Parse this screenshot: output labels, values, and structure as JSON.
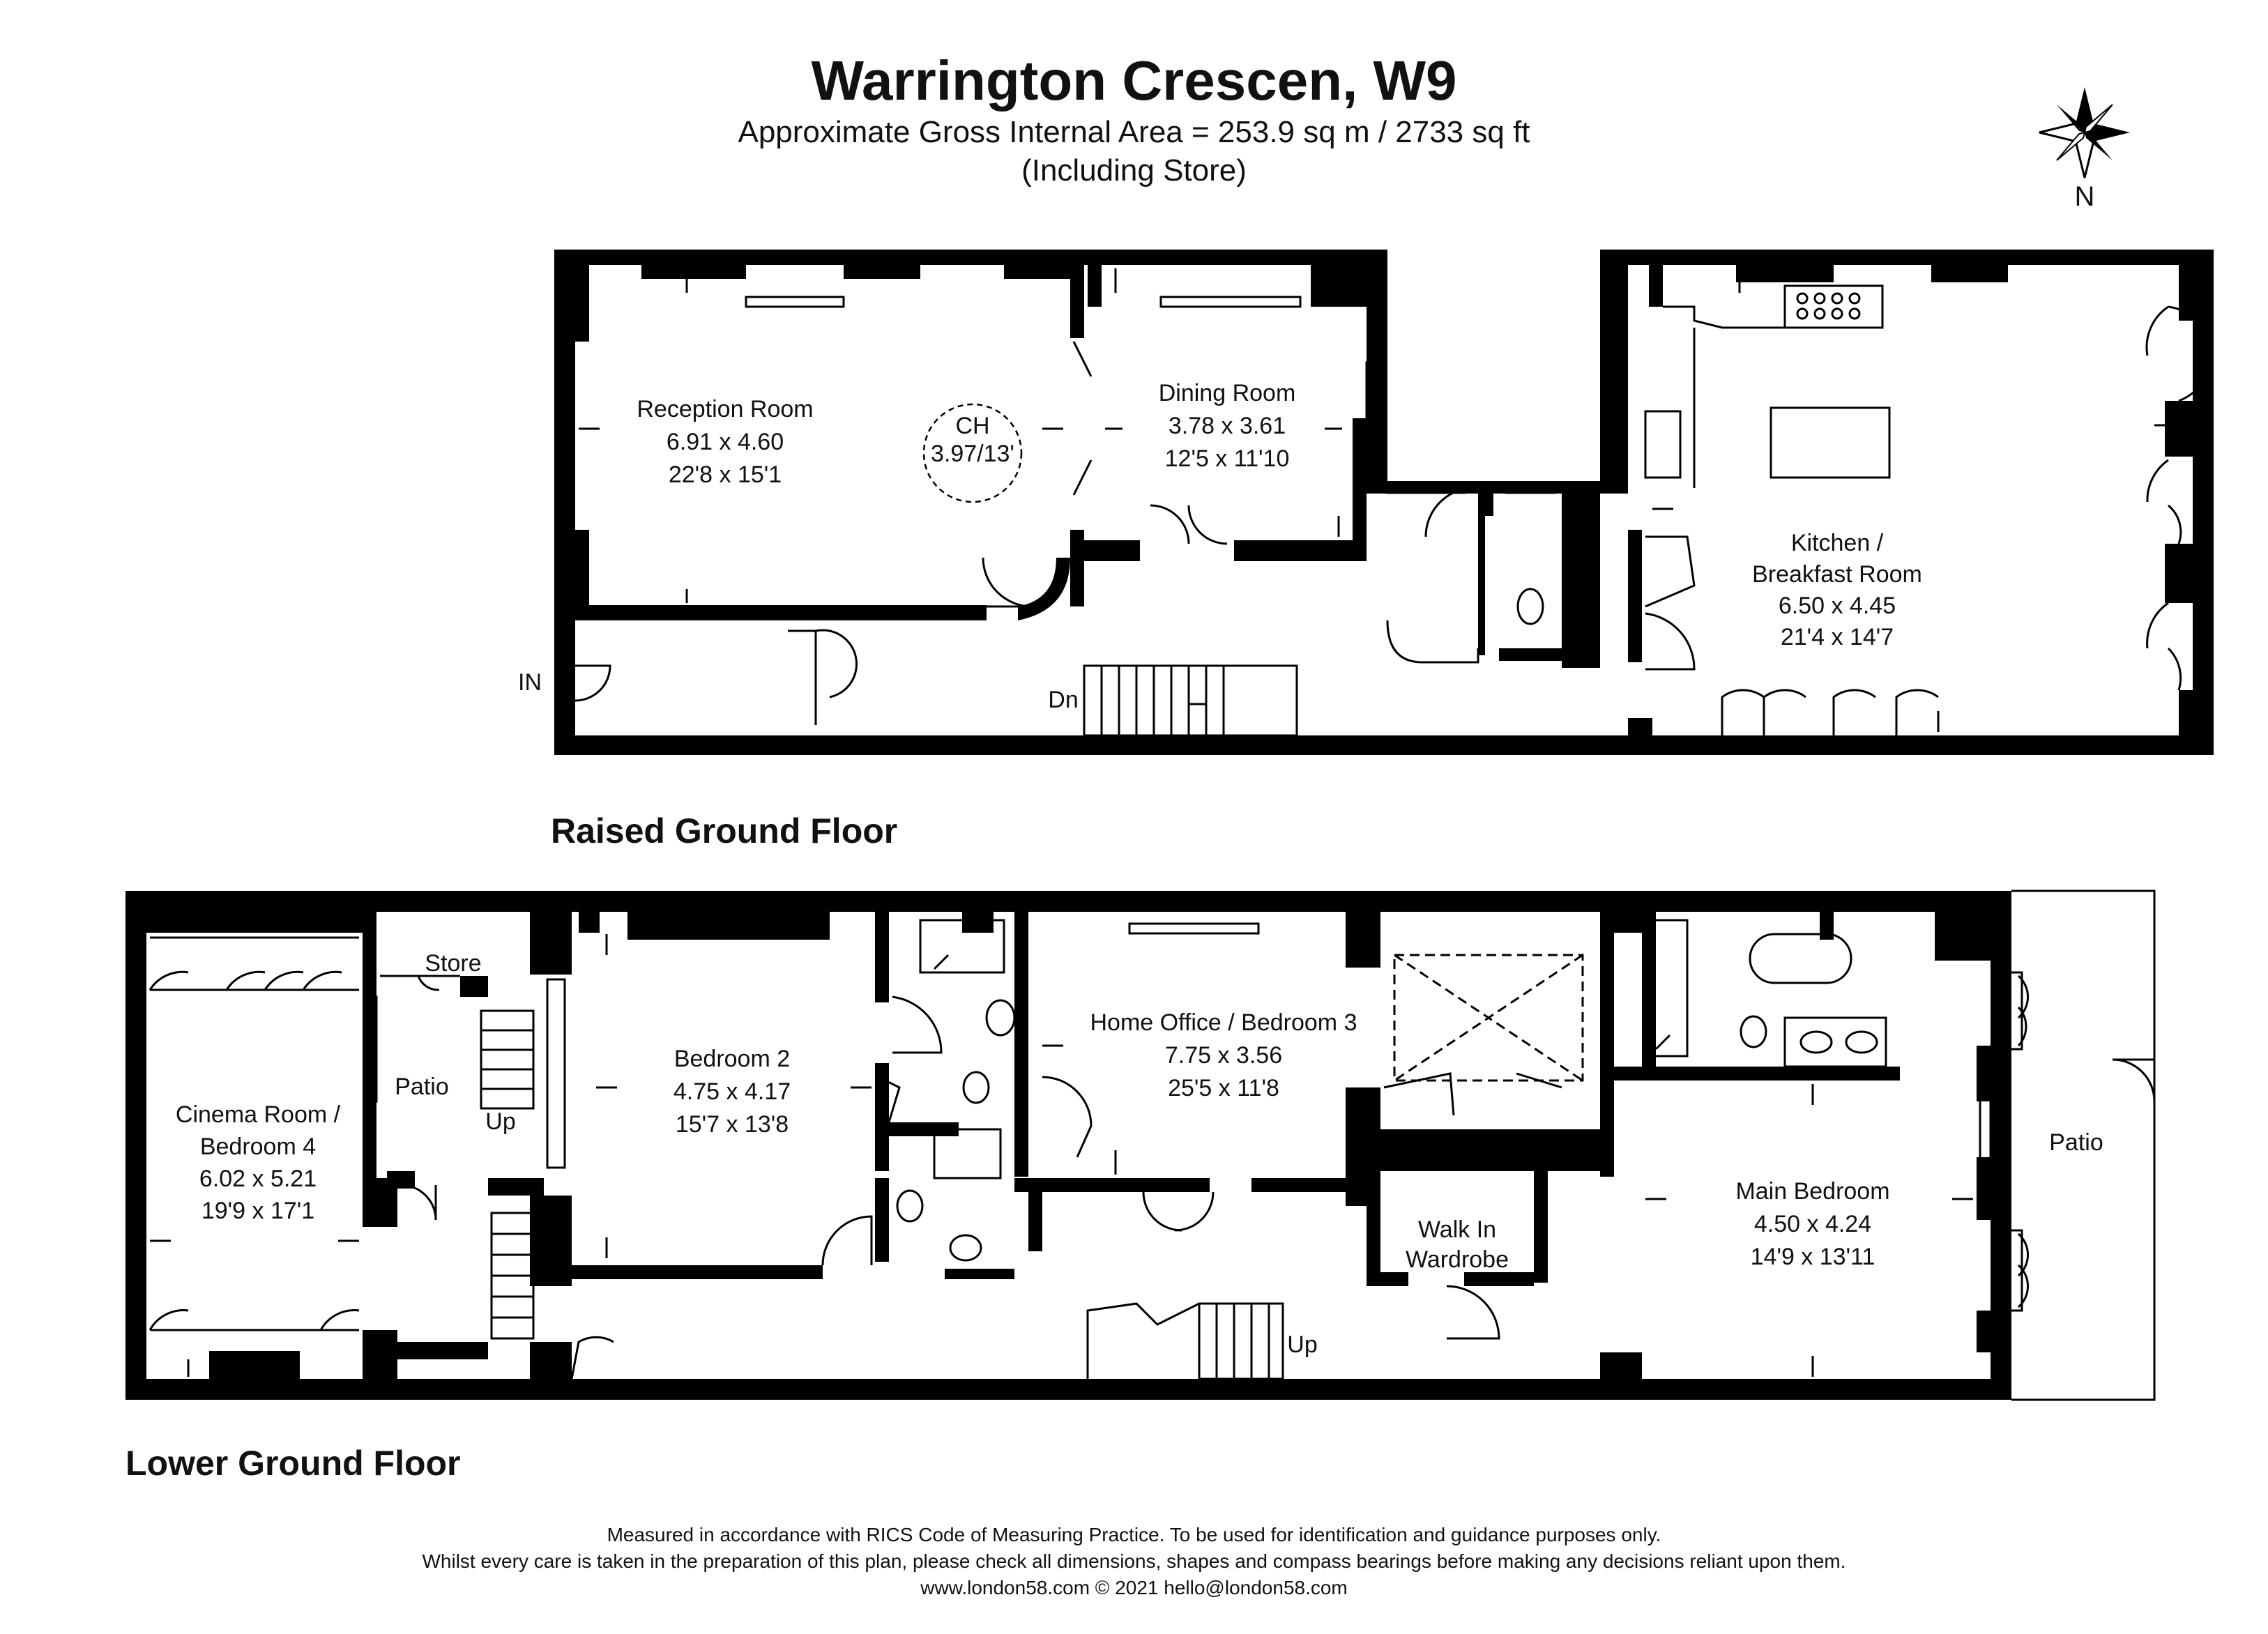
{
  "header": {
    "title": "Warrington Crescen, W9",
    "subtitle": "Approximate Gross Internal Area = 253.9 sq m / 2733 sq ft",
    "subtitle2": "(Including Store)"
  },
  "compass": {
    "label": "N"
  },
  "raised_ground_floor": {
    "label": "Raised Ground Floor",
    "rooms": {
      "reception": {
        "name": "Reception Room",
        "metric": "6.91 x 4.60",
        "imperial": "22'8 x 15'1"
      },
      "ceiling": {
        "name": "CH",
        "value": "3.97/13'"
      },
      "dining": {
        "name": "Dining Room",
        "metric": "3.78 x 3.61",
        "imperial": "12'5 x 11'10"
      },
      "kitchen": {
        "name_line1": "Kitchen /",
        "name_line2": "Breakfast Room",
        "metric": "6.50 x 4.45",
        "imperial": "21'4 x 14'7"
      }
    },
    "in_label": "IN",
    "dn_label": "Dn"
  },
  "lower_ground_floor": {
    "label": "Lower Ground Floor",
    "rooms": {
      "cinema": {
        "name_line1": "Cinema Room /",
        "name_line2": "Bedroom 4",
        "metric": "6.02 x 5.21",
        "imperial": "19'9 x 17'1"
      },
      "store": {
        "name": "Store"
      },
      "patio_left": {
        "name": "Patio"
      },
      "bedroom2": {
        "name": "Bedroom 2",
        "metric": "4.75 x 4.17",
        "imperial": "15'7 x 13'8"
      },
      "office": {
        "name": "Home Office / Bedroom 3",
        "metric": "7.75 x 3.56",
        "imperial": "25'5 x 11'8"
      },
      "wardrobe": {
        "name_line1": "Walk In",
        "name_line2": "Wardrobe"
      },
      "main_bedroom": {
        "name": "Main Bedroom",
        "metric": "4.50 x 4.24",
        "imperial": "14'9 x 13'11"
      },
      "patio_right": {
        "name": "Patio"
      }
    },
    "up_label_left": "Up",
    "up_label_right": "Up"
  },
  "footer": {
    "line1": "Measured in accordance with RICS Code of Measuring Practice. To be used for identification and guidance purposes only.",
    "line2": "Whilst every care is taken in the preparation of this plan, please check all dimensions, shapes and compass bearings before making any decisions reliant upon them.",
    "line3": "www.london58.com © 2021 hello@london58.com"
  }
}
